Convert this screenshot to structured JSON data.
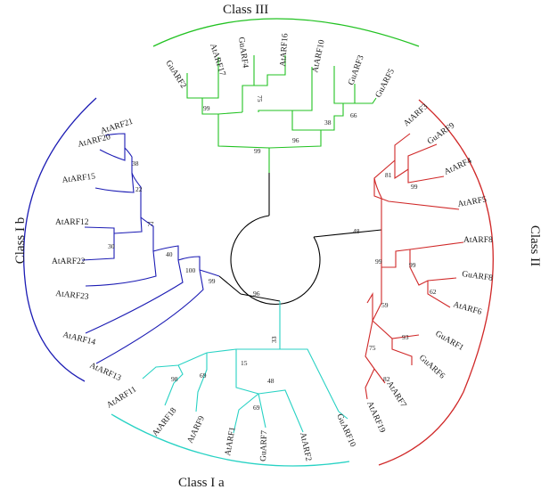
{
  "class_labels": {
    "class_iii": "Class III",
    "class_ii": "Class II",
    "class_ib": "Class I b",
    "class_ia": "Class I a"
  },
  "colors": {
    "class_iii": "#22c222",
    "class_ii": "#d02828",
    "class_ib": "#1c1cb4",
    "class_ia": "#28d2c4",
    "backbone": "#000000"
  },
  "leaves": {
    "atarf21": "AtARF21",
    "atarf20": "AtARF20",
    "atarf15": "AtARF15",
    "atarf12": "AtARF12",
    "atarf22": "AtARF22",
    "atarf23": "AtARF23",
    "atarf14": "AtARF14",
    "atarf13": "AtARF13",
    "guarf2": "GuARF2",
    "atarf17": "AtARF17",
    "guarf4": "GuARF4",
    "atarf16": "AtARF16",
    "atarf10": "AtARF10",
    "guarf3": "GuARF3",
    "guarf5": "GuARF5",
    "atarf3": "AtARF3",
    "guarf9": "GuARF9",
    "atarf4": "AtARF4",
    "atarf5": "AtARF5",
    "atarf8": "AtARF8",
    "guarf8": "GuARF8",
    "atarf6": "AtARF6",
    "guarf1": "GuARF1",
    "guarf6": "GuARF6",
    "atarf7": "AtARF7",
    "atarf19": "AtARF19",
    "atarf11": "AtARF11",
    "atarf18": "AtARF18",
    "atarf9": "AtARF9",
    "atarf1": "AtARF1",
    "guarf7": "GuARF7",
    "atarf2": "AtARF2",
    "guarf10": "GuARF10"
  },
  "bootstrap": {
    "ib_21_20": "38",
    "ib_15": "22",
    "ib_12_22": "30",
    "ib_top": "77",
    "ib_23": "40",
    "ib_14": "100",
    "ib_13": "99",
    "iii_2_17": "99",
    "iii_4_16": "75",
    "iii_3_5": "66",
    "iii_10": "38",
    "iii_mid": "96",
    "iii_root": "99",
    "ii_9_4": "99",
    "ii_3": "81",
    "ii_8_6": "62",
    "ii_a8": "99",
    "ii_1_6": "93",
    "ii_7": "75",
    "ii_19": "82",
    "ii_b": "59",
    "ii_ab": "99",
    "ii_root": "48",
    "ia_11_18": "98",
    "ia_9": "69",
    "ia_1_7": "69",
    "ia_2": "48",
    "ia_10": "15",
    "ia_root": "33",
    "backbone": "96"
  }
}
